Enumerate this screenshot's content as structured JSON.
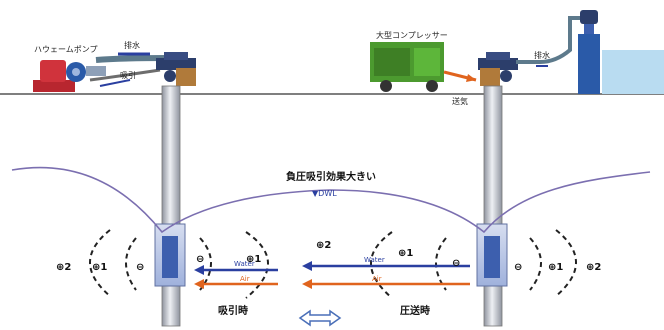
{
  "labels": {
    "vacuum_pump": "ハウェームポンプ",
    "drain_left": "排水",
    "suction_left": "吸引",
    "compressor": "大型コンプレッサー",
    "air_feed": "送気",
    "drain_right": "排水",
    "negative_pressure": "負圧吸引効果大きい",
    "dwl": "▼DWL",
    "water_left": "Water",
    "air_left": "Air",
    "water_right": "Water",
    "air_right": "Air",
    "suction_mode": "吸引時",
    "pressure_mode": "圧送時"
  },
  "symbols": {
    "pp2": "⊕2",
    "pp1": "⊕1",
    "neg": "⊖"
  },
  "colors": {
    "water_arrow": "#2a3fa0",
    "air_arrow": "#e0641e",
    "water_surface": "#7b6fb0",
    "casing": "#c8ccd6",
    "tank_water": "#b9dcf1",
    "compressor": "#4c9a2f",
    "pump": "#c8323a"
  }
}
